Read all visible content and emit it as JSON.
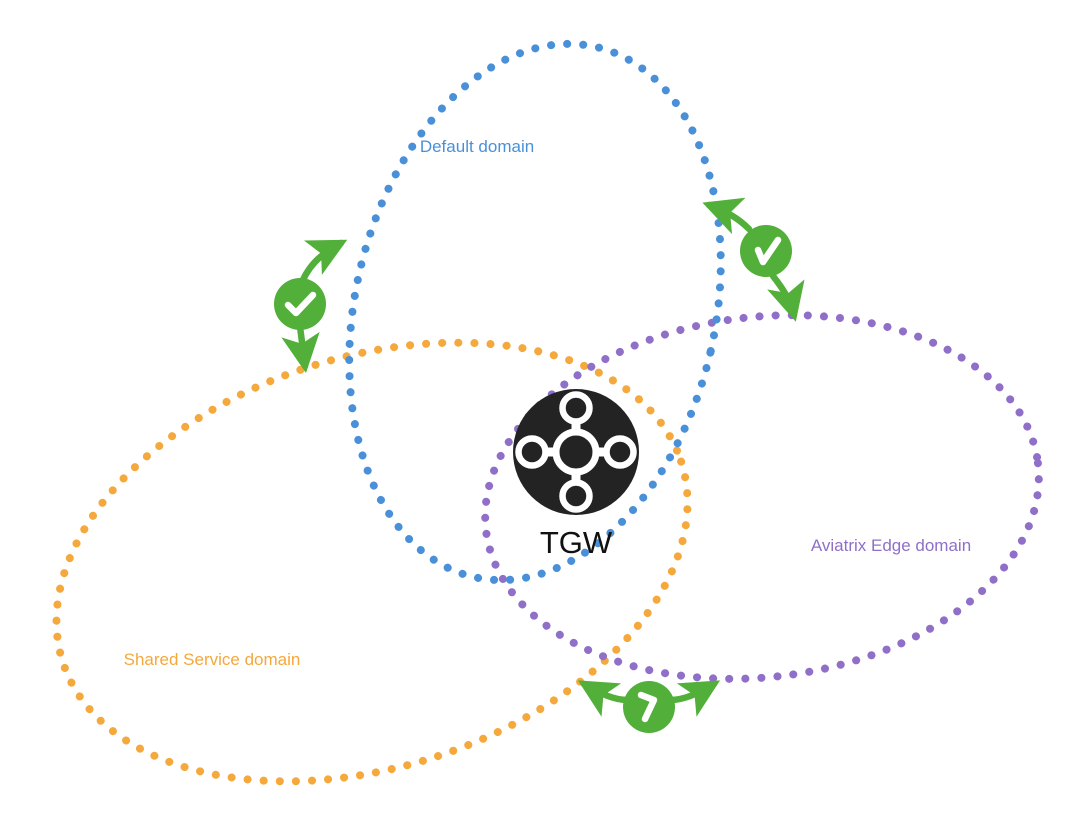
{
  "diagram": {
    "title": "Domain connectivity diagram",
    "background": "#ffffff",
    "center_node": {
      "label": "TGW",
      "icon": "transit-gateway-icon",
      "icon_fill": "#232323",
      "icon_detail_color": "#ffffff",
      "label_color": "#111111"
    },
    "domains": [
      {
        "id": "default-domain",
        "label": "Default domain",
        "color": "#4a90d9",
        "style": "dotted-ellipse"
      },
      {
        "id": "shared-service-domain",
        "label": "Shared Service domain",
        "color": "#f5a83c",
        "style": "dotted-ellipse"
      },
      {
        "id": "aviatrix-edge-domain",
        "label": "Aviatrix Edge domain",
        "color": "#8f6fc8",
        "style": "dotted-ellipse"
      }
    ],
    "connections": [
      {
        "id": "connection-default-shared",
        "badge_icon": "check-circle-icon",
        "color": "#52b03a",
        "from": "Default domain",
        "to": "Shared Service domain"
      },
      {
        "id": "connection-default-edge",
        "badge_icon": "check-circle-icon",
        "color": "#52b03a",
        "from": "Default domain",
        "to": "Aviatrix Edge domain"
      },
      {
        "id": "connection-shared-edge",
        "badge_icon": "check-circle-icon",
        "color": "#52b03a",
        "from": "Shared Service domain",
        "to": "Aviatrix Edge domain"
      }
    ]
  }
}
